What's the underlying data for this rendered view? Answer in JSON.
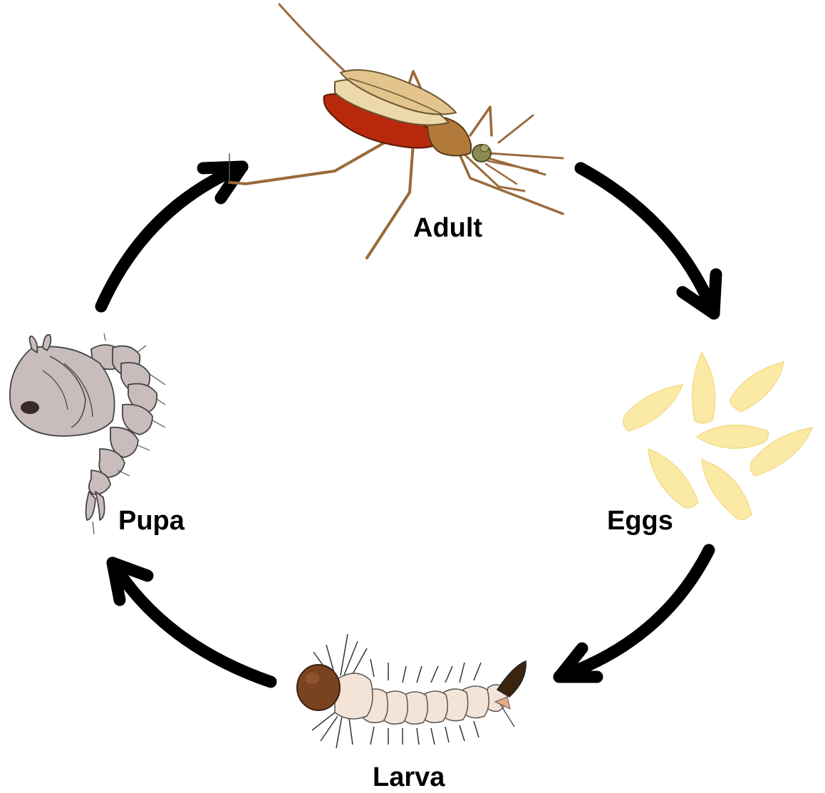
{
  "stages": [
    {
      "id": "adult",
      "label": "Adult",
      "icon": "mosquito-adult-icon"
    },
    {
      "id": "eggs",
      "label": "Eggs",
      "icon": "eggs-icon"
    },
    {
      "id": "larva",
      "label": "Larva",
      "icon": "larva-icon"
    },
    {
      "id": "pupa",
      "label": "Pupa",
      "icon": "pupa-icon"
    }
  ],
  "cycle_direction": "clockwise",
  "colors": {
    "arrow": "#000000",
    "egg_fill": "#fbe9a6",
    "mosquito_wing": "#e6cc92",
    "mosquito_abdomen": "#b8290c",
    "mosquito_body": "#b27a3a",
    "mosquito_head": "#8b8a55",
    "larva_head": "#7a4320",
    "larva_body": "#f4e4d8",
    "pupa_body": "#c8bcbc"
  }
}
